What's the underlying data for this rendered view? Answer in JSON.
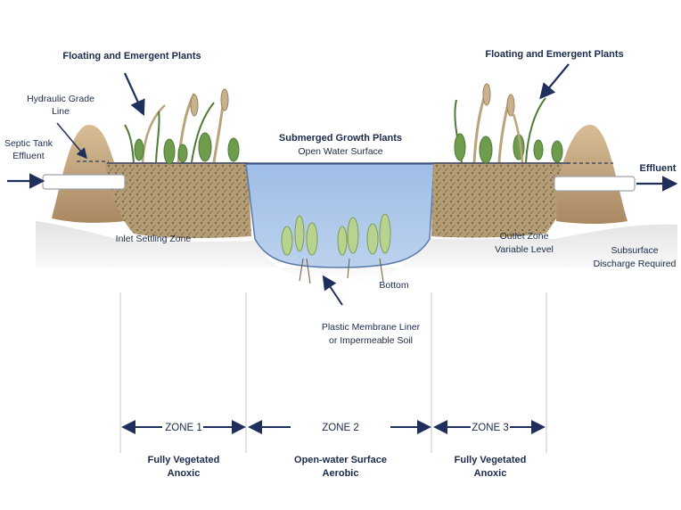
{
  "labels": {
    "floating_left": "Floating and Emergent Plants",
    "floating_right": "Floating and Emergent Plants",
    "hydraulic_1": "Hydraulic Grade",
    "hydraulic_2": "Line",
    "septic_1": "Septic Tank",
    "septic_2": "Effluent",
    "submerged": "Submerged Growth Plants",
    "open_water": "Open Water Surface",
    "effluent": "Effluent",
    "inlet_zone": "Inlet Settling Zone",
    "outlet_1": "Outlet Zone",
    "outlet_2": "Variable Level",
    "subsurface_1": "Subsurface",
    "subsurface_2": "Discharge Required",
    "bottom": "Bottom",
    "liner_1": "Plastic Membrane Liner",
    "liner_2": "or Impermeable Soil"
  },
  "zones": [
    {
      "label": "ZONE 1",
      "desc_1": "Fully Vegetated",
      "desc_2": "Anoxic"
    },
    {
      "label": "ZONE 2",
      "desc_1": "Open-water Surface",
      "desc_2": "Aerobic"
    },
    {
      "label": "ZONE 3",
      "desc_1": "Fully Vegetated",
      "desc_2": "Anoxic"
    }
  ],
  "colors": {
    "text": "#1a2a4a",
    "arrow": "#1f2f5c",
    "water": "#a9c4e8",
    "soil": "#b9a27c",
    "berm": "#c2a47c",
    "plant": "#6a9a4a"
  }
}
